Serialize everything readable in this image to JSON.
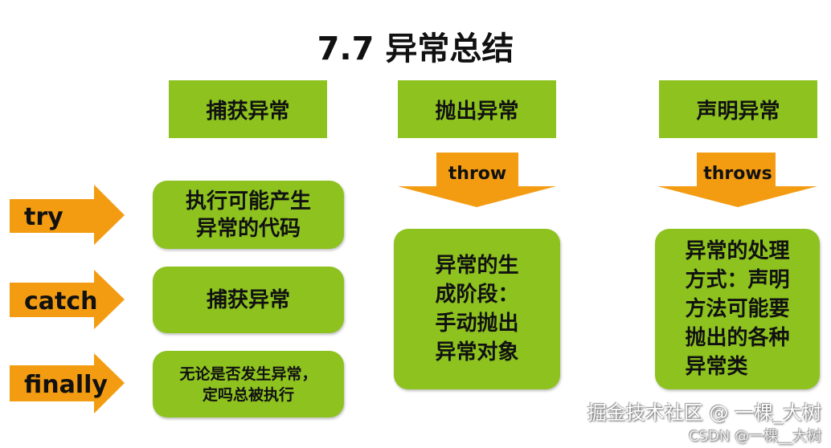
{
  "title": "7.7   异常总结",
  "headers": [
    "捕获异常",
    "抛出异常",
    "声明异常"
  ],
  "down_arrows": [
    "throw",
    "throws"
  ],
  "left_arrows": [
    "try",
    "catch",
    "finally"
  ],
  "left_boxes": [
    "执行可能产生\n异常的代码",
    "捕获异常",
    "无论是否发生异常，\n定吗总被执行"
  ],
  "throw_box": "异常的生\n成阶段：\n手动抛出\n异常对象",
  "throws_box": "异常的处理\n方式：声明\n方法可能要\n抛出的各种\n异常类",
  "watermarks": [
    "掘金技术社区 @ 一棵_大树",
    "CSDN @一棵__大树"
  ],
  "colors": {
    "green": "#8dc21f",
    "orange": "#f39c12"
  }
}
